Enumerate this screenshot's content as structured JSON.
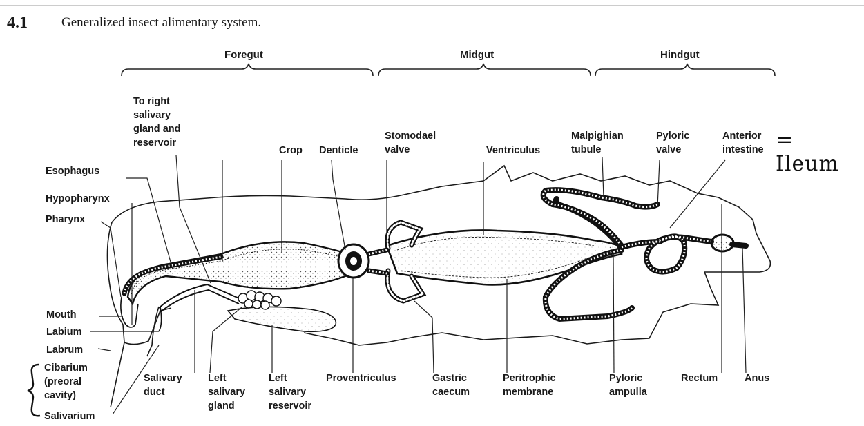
{
  "figure": {
    "number": "4.1",
    "caption": "Generalized insect alimentary system."
  },
  "sections": {
    "foregut": "Foregut",
    "midgut": "Midgut",
    "hindgut": "Hindgut"
  },
  "labels": {
    "to_right_salivary": "To right\nsalivary\ngland and\nreservoir",
    "esophagus": "Esophagus",
    "hypopharynx": "Hypopharynx",
    "pharynx": "Pharynx",
    "crop": "Crop",
    "denticle": "Denticle",
    "stomodael_valve": "Stomodael\nvalve",
    "ventriculus": "Ventriculus",
    "malpighian_tubule": "Malpighian\ntubule",
    "pyloric_valve": "Pyloric\nvalve",
    "anterior_intestine": "Anterior\nintestine",
    "mouth": "Mouth",
    "labium": "Labium",
    "labrum": "Labrum",
    "cibarium": "Cibarium\n(preoral\ncavity)",
    "salivarium": "Salivarium",
    "salivary_duct": "Salivary\nduct",
    "left_salivary_gland": "Left\nsalivary\ngland",
    "left_salivary_reservoir": "Left\nsalivary\nreservoir",
    "proventriculus": "Proventriculus",
    "gastric_caecum": "Gastric\ncaecum",
    "peritrophic_membrane": "Peritrophic\nmembrane",
    "pyloric_ampulla": "Pyloric\nampulla",
    "rectum": "Rectum",
    "anus": "Anus"
  },
  "annotation": {
    "handwritten": "= Ileum"
  }
}
